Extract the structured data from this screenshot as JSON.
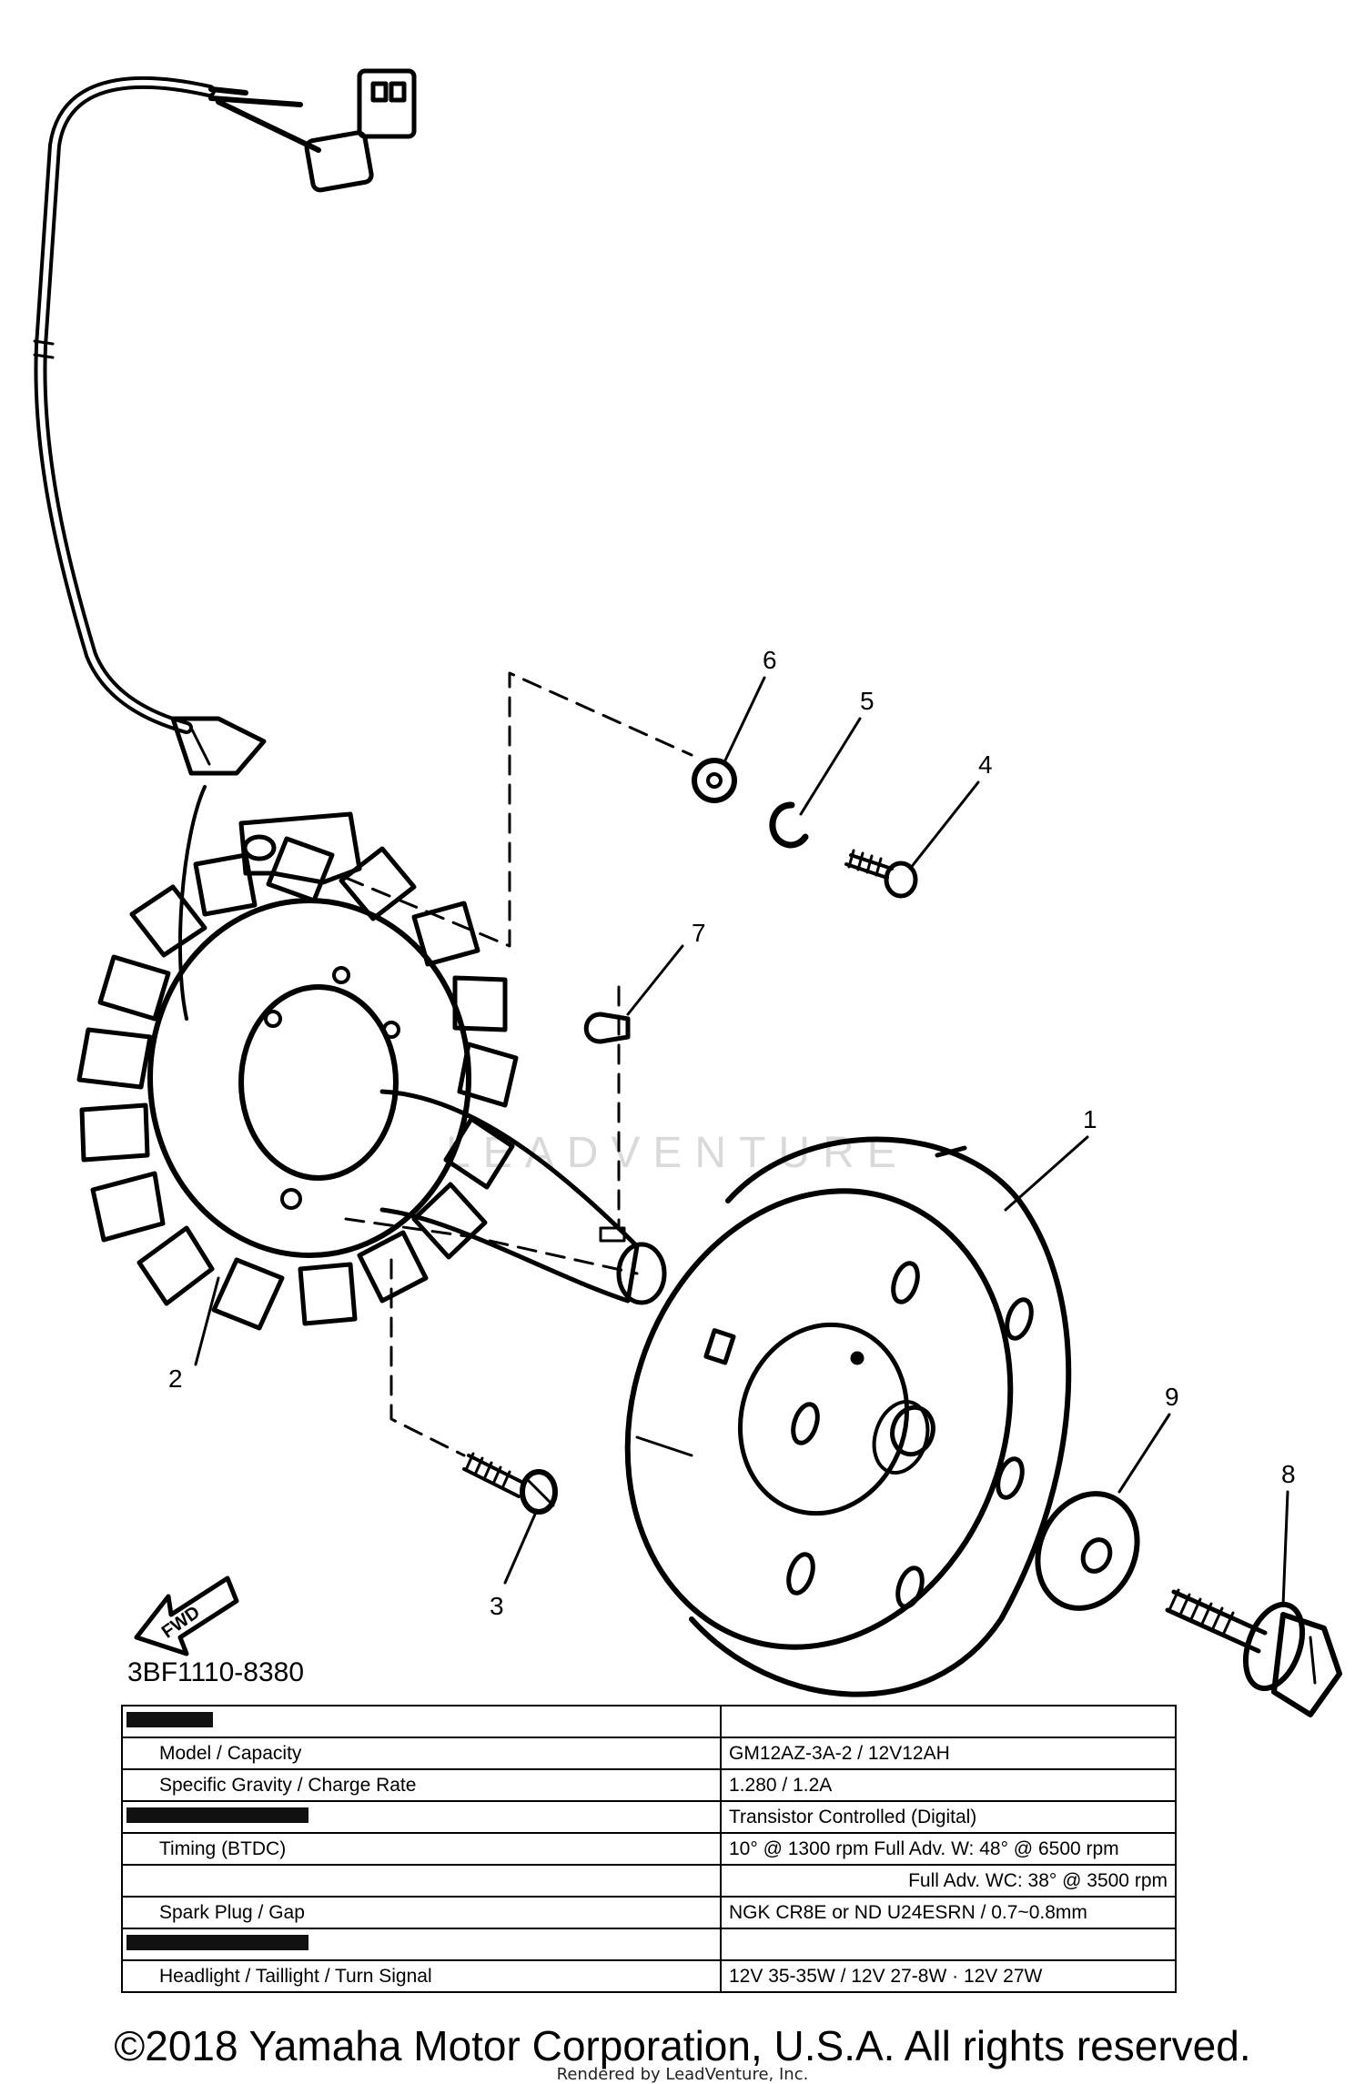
{
  "diagram": {
    "part_code": "3BF1110-8380",
    "fwd_label": "FWD",
    "watermark": "LEADVENTURE",
    "callouts": [
      "1",
      "2",
      "3",
      "4",
      "5",
      "6",
      "7",
      "8",
      "9"
    ]
  },
  "spec_table": {
    "rows": [
      {
        "left": "",
        "right": "",
        "section": true
      },
      {
        "left": "Model / Capacity",
        "right": "GM12AZ-3A-2 / 12V12AH"
      },
      {
        "left": "Specific Gravity / Charge Rate",
        "right": "1.280 / 1.2A"
      },
      {
        "left": "",
        "right": "Transistor Controlled (Digital)",
        "section": true
      },
      {
        "left": "Timing (BTDC)",
        "right": "10° @ 1300 rpm    Full Adv. W: 48° @ 6500 rpm"
      },
      {
        "left": "",
        "right": "Full Adv. WC: 38° @ 3500 rpm"
      },
      {
        "left": "Spark Plug / Gap",
        "right": "NGK CR8E or ND U24ESRN / 0.7~0.8mm"
      },
      {
        "left": "",
        "right": "",
        "section": true
      },
      {
        "left": "Headlight / Taillight / Turn Signal",
        "right": "12V 35-35W / 12V 27-8W · 12V 27W"
      }
    ]
  },
  "footer": {
    "copyright": "©2018 Yamaha Motor Corporation, U.S.A. All rights reserved.",
    "rendered_by": "Rendered by LeadVenture, Inc."
  }
}
